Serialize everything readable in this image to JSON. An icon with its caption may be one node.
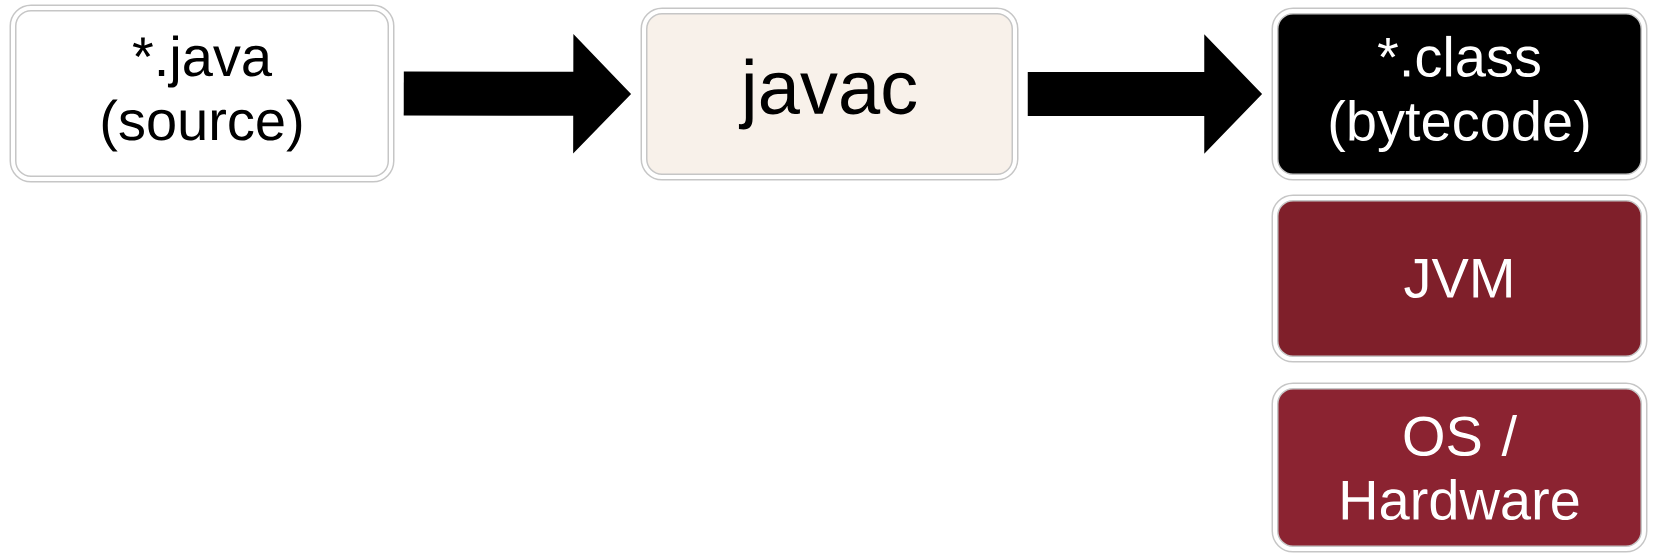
{
  "diagram": {
    "nodes": [
      {
        "text": [
          "*.java (source)"
        ]
      },
      {
        "text": [
          "javac"
        ]
      },
      {
        "text": [
          "*.class (bytecode)"
        ]
      },
      {
        "text": [
          "JVM"
        ]
      },
      {
        "text": [
          "OS / Hardware"
        ]
      }
    ],
    "edges": [
      {
        "from": 0,
        "to": 1,
        "arrow": "to"
      },
      {
        "from": 1,
        "to": 2,
        "arrow": "to"
      }
    ]
  }
}
